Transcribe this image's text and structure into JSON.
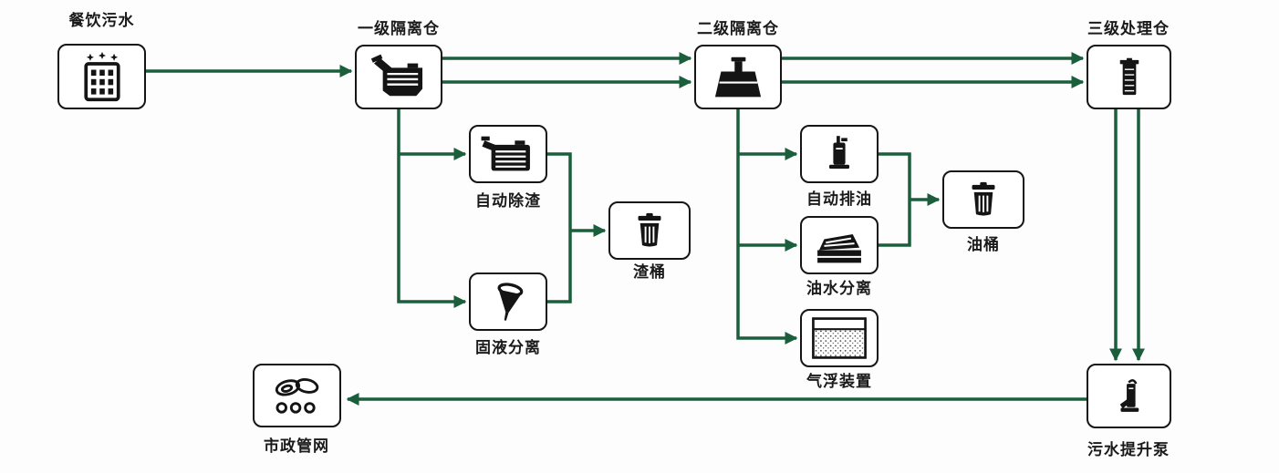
{
  "diagram": {
    "type": "flowchart",
    "nodes": {
      "restaurant_wastewater": {
        "label": "餐饮污水",
        "icon": "restaurant-building-icon"
      },
      "primary_isolation_chamber": {
        "label": "一级隔离仓",
        "icon": "grease-separator-icon"
      },
      "secondary_isolation_chamber": {
        "label": "二级隔离仓",
        "icon": "isolation-tank-icon"
      },
      "tertiary_treatment_chamber": {
        "label": "三级处理仓",
        "icon": "treatment-column-icon"
      },
      "auto_slag_removal": {
        "label": "自动除渣",
        "icon": "slag-remover-icon"
      },
      "solid_liquid_separation": {
        "label": "固液分离",
        "icon": "funnel-separator-icon"
      },
      "slag_bucket": {
        "label": "渣桶",
        "icon": "trash-bin-icon"
      },
      "auto_oil_discharge": {
        "label": "自动排油",
        "icon": "oil-discharge-pump-icon"
      },
      "oil_water_separation": {
        "label": "油水分离",
        "icon": "oil-water-separator-icon"
      },
      "air_flotation_device": {
        "label": "气浮装置",
        "icon": "air-flotation-icon"
      },
      "oil_bucket": {
        "label": "油桶",
        "icon": "trash-bin-icon"
      },
      "municipal_pipe_network": {
        "label": "市政管网",
        "icon": "pipe-network-icon"
      },
      "sewage_lift_pump": {
        "label": "污水提升泵",
        "icon": "submersible-pump-icon"
      }
    },
    "edges": [
      {
        "from": "restaurant_wastewater",
        "to": "primary_isolation_chamber",
        "lines": 1
      },
      {
        "from": "primary_isolation_chamber",
        "to": "secondary_isolation_chamber",
        "lines": 2
      },
      {
        "from": "secondary_isolation_chamber",
        "to": "tertiary_treatment_chamber",
        "lines": 2
      },
      {
        "from": "primary_isolation_chamber",
        "to": "auto_slag_removal",
        "lines": 1
      },
      {
        "from": "primary_isolation_chamber",
        "to": "solid_liquid_separation",
        "lines": 1
      },
      {
        "from": "auto_slag_removal",
        "to": "slag_bucket",
        "lines": 1
      },
      {
        "from": "solid_liquid_separation",
        "to": "slag_bucket",
        "lines": 1
      },
      {
        "from": "secondary_isolation_chamber",
        "to": "auto_oil_discharge",
        "lines": 1
      },
      {
        "from": "secondary_isolation_chamber",
        "to": "oil_water_separation",
        "lines": 1
      },
      {
        "from": "secondary_isolation_chamber",
        "to": "air_flotation_device",
        "lines": 1
      },
      {
        "from": "auto_oil_discharge",
        "to": "oil_bucket",
        "lines": 1
      },
      {
        "from": "oil_water_separation",
        "to": "oil_bucket",
        "lines": 1
      },
      {
        "from": "tertiary_treatment_chamber",
        "to": "sewage_lift_pump",
        "lines": 2
      },
      {
        "from": "sewage_lift_pump",
        "to": "municipal_pipe_network",
        "lines": 1
      }
    ],
    "colors": {
      "arrow": "#1a5e3c",
      "node_border": "#151515",
      "node_fill": "#ffffff",
      "icon": "#141414",
      "label_text": "#1a1a1a",
      "background": "#fdfdfd"
    }
  }
}
